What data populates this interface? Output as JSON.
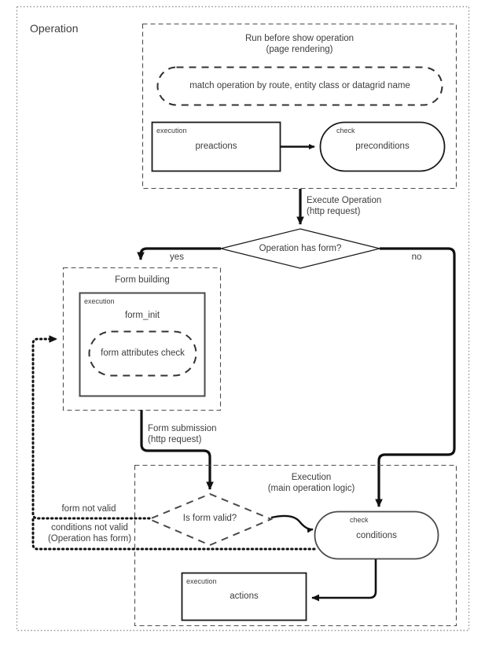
{
  "diagram": {
    "title": "Operation",
    "groups": {
      "prerun": {
        "line1": "Run before show operation",
        "line2": "(page rendering)"
      },
      "form_building": {
        "title": "Form building"
      },
      "execution": {
        "line1": "Execution",
        "line2": "(main operation logic)"
      }
    },
    "nodes": {
      "match_operation": {
        "label": "match operation by route, entity class or datagrid name",
        "shape": "dashed-rounded"
      },
      "preactions": {
        "kind": "execution",
        "label": "preactions",
        "shape": "rect"
      },
      "preconditions": {
        "kind": "check",
        "label": "preconditions",
        "shape": "rounded"
      },
      "form_init": {
        "kind": "execution",
        "label": "form_init",
        "shape": "rect"
      },
      "form_attributes_check": {
        "label": "form attributes check",
        "shape": "dashed-rounded"
      },
      "conditions": {
        "kind": "check",
        "label": "conditions",
        "shape": "rounded"
      },
      "actions": {
        "kind": "execution",
        "label": "actions",
        "shape": "rect"
      }
    },
    "decisions": {
      "has_form": {
        "label": "Operation has form?",
        "shape": "diamond"
      },
      "is_form_valid": {
        "label": "Is form valid?",
        "shape": "dashed-diamond"
      }
    },
    "edges": {
      "execute_operation": {
        "line1": "Execute Operation",
        "line2": "(http request)"
      },
      "yes": {
        "label": "yes"
      },
      "no": {
        "label": "no"
      },
      "form_submission": {
        "line1": "Form submission",
        "line2": "(http request)"
      },
      "form_not_valid": {
        "label": "form not valid"
      },
      "conditions_not_valid": {
        "line1": "conditions not valid",
        "line2": "(Operation has form)"
      }
    },
    "kind_labels": {
      "execution": "execution",
      "check": "check"
    },
    "colors": {
      "outer_border": "#999999",
      "group_border": "#4d4d4d",
      "node_stroke": "#1a1a1a",
      "text": "#3d3d3d",
      "dashed_stroke": "#333333"
    }
  }
}
